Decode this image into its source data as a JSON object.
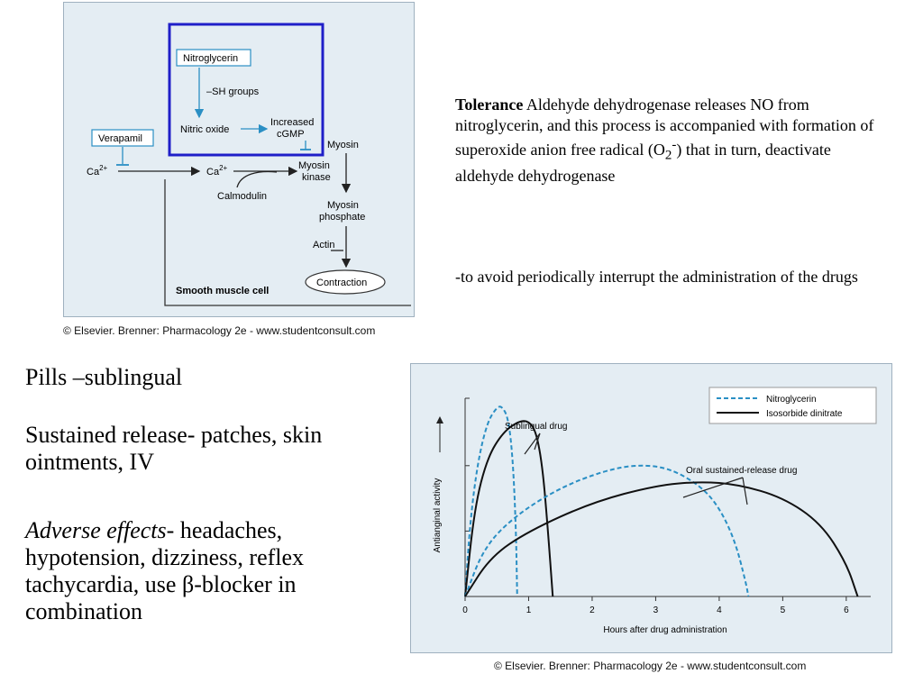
{
  "diagram": {
    "nitroglycerin": "Nitroglycerin",
    "sh_groups": "–SH groups",
    "nitric_oxide": "Nitric oxide",
    "increased_cgmp_line1": "Increased",
    "increased_cgmp_line2": "cGMP",
    "verapamil": "Verapamil",
    "ca_outside": "Ca",
    "ca_inside": "Ca",
    "ca_superscript": "2+",
    "calmodulin": "Calmodulin",
    "myosin": "Myosin",
    "myosin_kinase_line1": "Myosin",
    "myosin_kinase_line2": "kinase",
    "myosin_phosphate_line1": "Myosin",
    "myosin_phosphate_line2": "phosphate",
    "actin": "Actin",
    "contraction": "Contraction",
    "cell_label": "Smooth muscle cell",
    "credit": "© Elsevier. Brenner: Pharmacology 2e - www.studentconsult.com",
    "colors": {
      "highlight_box": "#1f1fc8",
      "arrow_blue": "#2a8fc4"
    }
  },
  "tolerance": {
    "heading": "Tolerance",
    "body": " Aldehyde dehydrogenase releases NO from nitroglycerin, and this process is accompanied with formation of superoxide anion free radical (O",
    "sub": "2",
    "sup": "-",
    "tail": ") that in turn, deactivate aldehyde dehydrogenase"
  },
  "avoid": "-to avoid periodically interrupt the administration of the drugs",
  "bullets": {
    "b1": "Pills –sublingual",
    "b2": "Sustained release- patches, skin  ointments, IV",
    "b3_italic": "Adverse effects",
    "b3_rest": "- headaches, hypotension, dizziness, reflex tachycardia, use β-blocker in combination"
  },
  "chart_data": {
    "type": "line",
    "title": "",
    "xlabel": "Hours after drug administration",
    "ylabel": "Antianginal activity",
    "xlim": [
      0,
      6.3
    ],
    "ylim": [
      0,
      1
    ],
    "x_ticks": [
      0,
      1,
      2,
      3,
      4,
      5,
      6
    ],
    "annotations": [
      "Sublingual drug",
      "Oral sustained-release drug"
    ],
    "legend_position": "top-right",
    "series": [
      {
        "name": "Nitroglycerin",
        "style": "dashed",
        "color": "#2a8fc4",
        "label": "Sublingual drug",
        "points": [
          [
            0,
            0
          ],
          [
            0.08,
            0.38
          ],
          [
            0.2,
            0.68
          ],
          [
            0.35,
            0.88
          ],
          [
            0.5,
            0.955
          ],
          [
            0.58,
            0.96
          ],
          [
            0.68,
            0.9
          ],
          [
            0.75,
            0.7
          ],
          [
            0.8,
            0.35
          ],
          [
            0.82,
            0
          ]
        ]
      },
      {
        "name": "Isosorbide dinitrate",
        "style": "solid",
        "color": "#111111",
        "label": "Sublingual drug",
        "points": [
          [
            0,
            0
          ],
          [
            0.15,
            0.45
          ],
          [
            0.35,
            0.7
          ],
          [
            0.6,
            0.83
          ],
          [
            0.85,
            0.885
          ],
          [
            1.0,
            0.885
          ],
          [
            1.12,
            0.83
          ],
          [
            1.22,
            0.65
          ],
          [
            1.3,
            0.35
          ],
          [
            1.38,
            0
          ]
        ]
      },
      {
        "name": "Nitroglycerin",
        "style": "dashed",
        "color": "#2a8fc4",
        "label": "Oral sustained-release drug",
        "points": [
          [
            0,
            0
          ],
          [
            0.3,
            0.25
          ],
          [
            0.8,
            0.41
          ],
          [
            1.5,
            0.55
          ],
          [
            2.2,
            0.635
          ],
          [
            2.7,
            0.665
          ],
          [
            3.2,
            0.65
          ],
          [
            3.7,
            0.56
          ],
          [
            4.0,
            0.45
          ],
          [
            4.25,
            0.28
          ],
          [
            4.42,
            0.07
          ],
          [
            4.46,
            0
          ]
        ]
      },
      {
        "name": "Isosorbide dinitrate",
        "style": "solid",
        "color": "#111111",
        "label": "Oral sustained-release drug",
        "points": [
          [
            0,
            0
          ],
          [
            0.4,
            0.2
          ],
          [
            1.0,
            0.33
          ],
          [
            2.0,
            0.475
          ],
          [
            3.0,
            0.56
          ],
          [
            3.7,
            0.58
          ],
          [
            4.3,
            0.565
          ],
          [
            5.0,
            0.5
          ],
          [
            5.6,
            0.37
          ],
          [
            6.0,
            0.17
          ],
          [
            6.18,
            0
          ]
        ]
      }
    ]
  },
  "chart_credit": "© Elsevier. Brenner: Pharmacology 2e - www.studentconsult.com"
}
